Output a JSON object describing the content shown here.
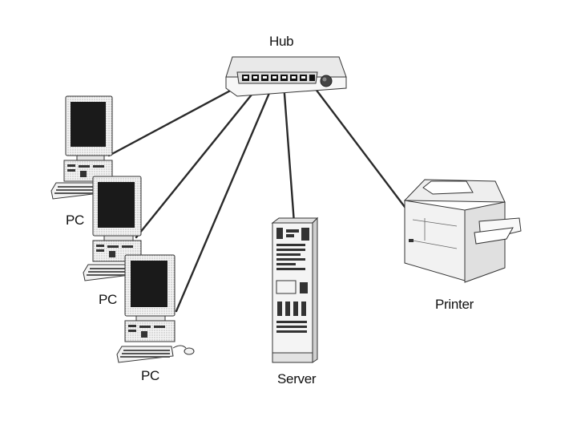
{
  "labels": {
    "hub": "Hub",
    "pc_1": "PC",
    "pc_2": "PC",
    "pc_3": "PC",
    "server": "Server",
    "printer": "Printer"
  },
  "colors": {
    "line": "#2a2a2a",
    "screen": "#1a1a1a",
    "device_fill": "#f2f2f2",
    "device_shade": "#d9d9d9"
  }
}
